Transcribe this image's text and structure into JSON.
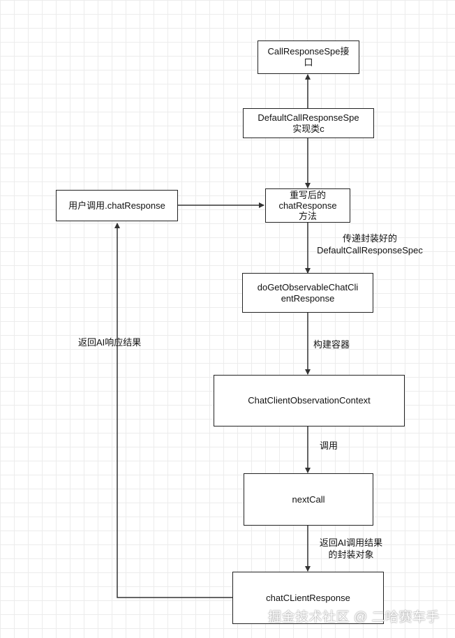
{
  "diagram": {
    "nodes": {
      "call_response_spec": "CallResponseSpe接\n口",
      "default_call_response_spec": "DefaultCallResponseSpe\n实现类c",
      "user_call": "用户调用.chatResponse",
      "rewritten_chat_response": "重写后的\nchatResponse\n方法",
      "do_get_observable": "doGetObservableChatCli\nentResponse",
      "observation_context": "ChatClientObservationContext",
      "next_call": "nextCall",
      "chat_client_response": "chatCLientResponse"
    },
    "edge_labels": {
      "pass_spec": "传递封装好的\nDefaultCallResponseSpec",
      "build_container": "构建容器",
      "invoke": "调用",
      "return_wrapped": "返回AI调用结果\n的封装对象",
      "return_result": "返回AI响应结果"
    }
  },
  "watermark": "掘金技术社区 @ 二哈赛车手",
  "colors": {
    "line": "#333333",
    "box_border": "#222222",
    "grid": "#ececec"
  }
}
